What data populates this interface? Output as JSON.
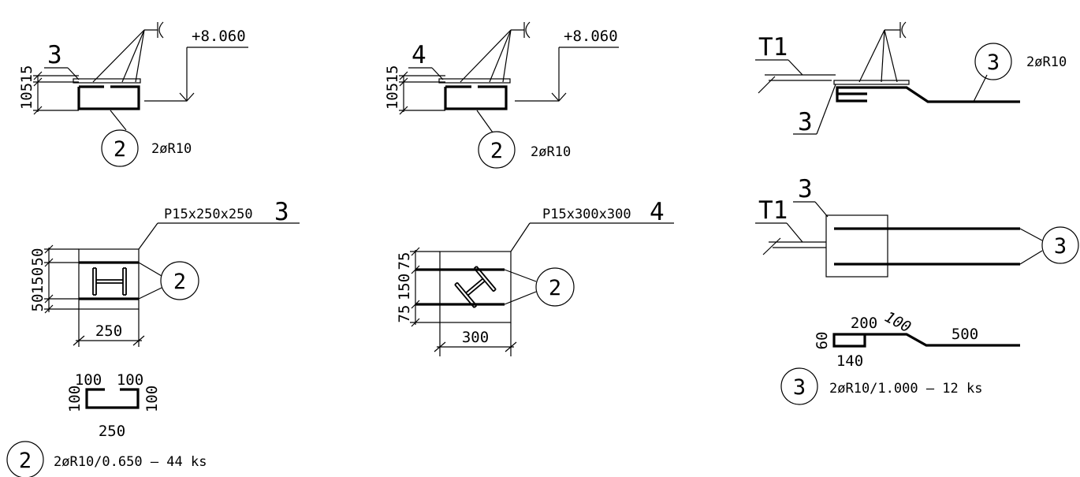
{
  "elevations": {
    "left": "+8.060",
    "middle": "+8.060"
  },
  "plates": {
    "p3": {
      "spec": "P15x250x250",
      "mark": "3",
      "width": "250"
    },
    "p4": {
      "spec": "P15x300x300",
      "mark": "4",
      "width": "300"
    }
  },
  "section_dims": {
    "top": "15",
    "height": "105",
    "p3_stack": "5015050",
    "p3_stack_left": "50",
    "p3_stack_mid": "150",
    "p3_stack_right": "50",
    "p4_stack_left": "75",
    "p4_stack_mid": "150",
    "p4_stack_right": "75"
  },
  "markers": {
    "two": "2",
    "three": "3",
    "four": "4",
    "t1": "T1"
  },
  "rebar": {
    "r2": "2øR10",
    "r3": "2øR10"
  },
  "bar2_schedule": {
    "dim_top_left": "100",
    "dim_top_right": "100",
    "dim_side_left": "100",
    "dim_side_right": "100",
    "dim_bottom": "250",
    "spec": "2øR10/0.650  –  44 ks"
  },
  "bar3_schedule": {
    "dim_top": "200",
    "dim_slope": "100",
    "dim_long": "500",
    "dim_side": "60",
    "dim_bottom": "140",
    "spec": "2øR10/1.000  –  12 ks"
  }
}
